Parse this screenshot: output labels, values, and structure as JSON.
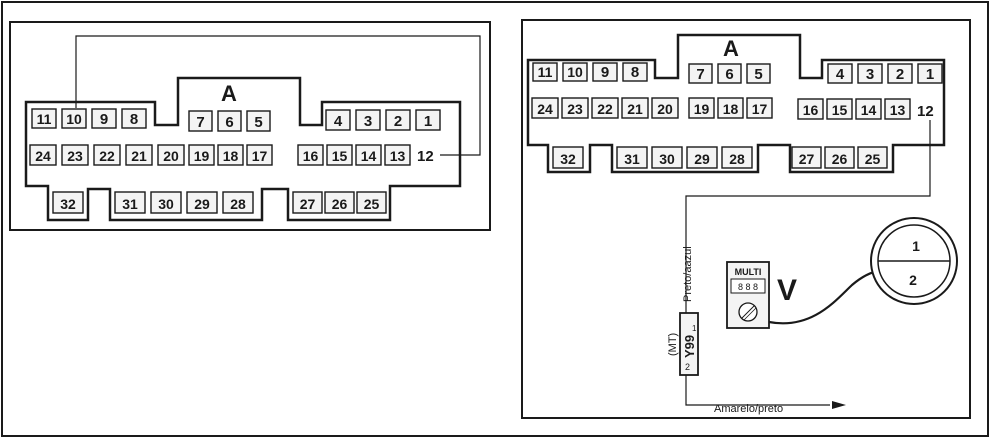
{
  "colors": {
    "ink": "#1a1a1a",
    "box_fill": "#f4f4f4",
    "paper": "#ffffff"
  },
  "left_panel": {
    "connector_label": "A",
    "pin_12_label": "12"
  },
  "right_panel": {
    "connector_label": "A",
    "pin_12_label": "12",
    "wire_top_label": "Preto/aazul",
    "wire_bottom_label": "Amarelo/preto",
    "component_code": "Y99",
    "component_tag": "(MT)",
    "component_pin1": "1",
    "component_pin2": "2",
    "meter_label": "MULTI",
    "meter_display": "8 8 8",
    "meter_unit": "V",
    "gauge_pin1": "1",
    "gauge_pin2": "2"
  },
  "pin_rows": {
    "row1_left": [
      "11",
      "10",
      "9",
      "8"
    ],
    "row1_mid": [
      "7",
      "6",
      "5"
    ],
    "row1_right": [
      "4",
      "3",
      "2",
      "1"
    ],
    "row2_left": [
      "24",
      "23",
      "22",
      "21",
      "20"
    ],
    "row2_mid": [
      "19",
      "18",
      "17"
    ],
    "row2_right": [
      "16",
      "15",
      "14",
      "13"
    ],
    "row3_a": [
      "32"
    ],
    "row3_b": [
      "31",
      "30",
      "29",
      "28"
    ],
    "row3_c": [
      "27",
      "26",
      "25"
    ]
  }
}
